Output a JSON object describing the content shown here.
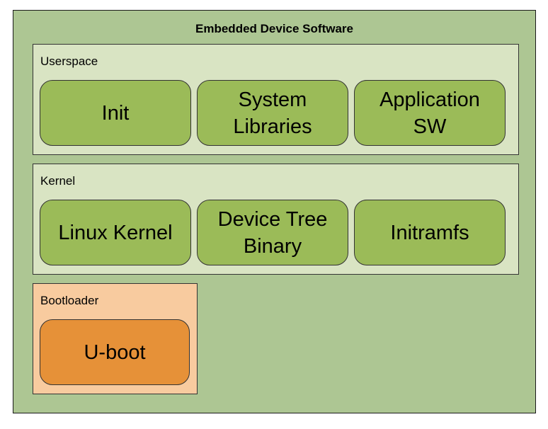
{
  "title": "Embedded Device Software",
  "colors": {
    "outer_bg": "#adc693",
    "layer_green_bg": "#d9e4c3",
    "component_green": "#9bbb58",
    "layer_orange_bg": "#f8cb9f",
    "component_orange": "#e69138"
  },
  "layers": [
    {
      "label": "Userspace",
      "components": [
        "Init",
        "System Libraries",
        "Application SW"
      ]
    },
    {
      "label": "Kernel",
      "components": [
        "Linux Kernel",
        "Device Tree Binary",
        "Initramfs"
      ]
    },
    {
      "label": "Bootloader",
      "components": [
        "U-boot"
      ]
    }
  ]
}
